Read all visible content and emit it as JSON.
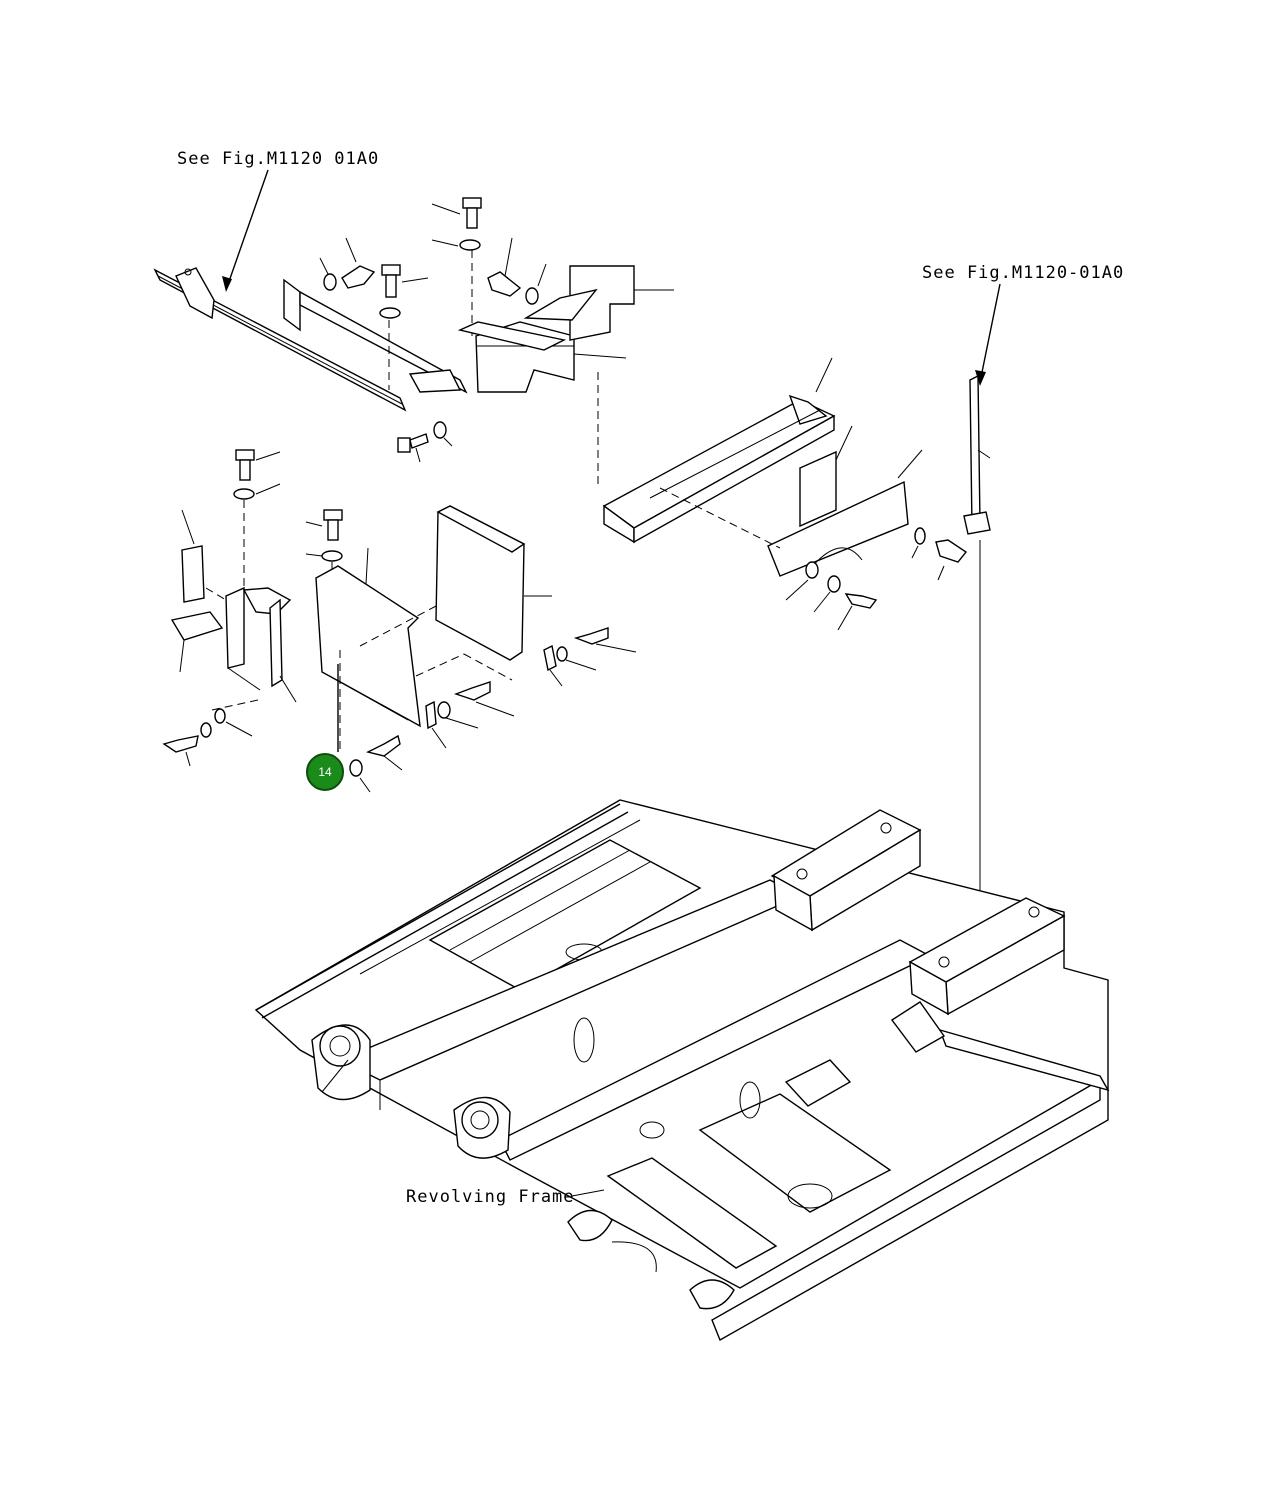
{
  "labels": {
    "ref_left": "See Fig.M1120 01A0",
    "ref_right": "See Fig.M1120-01A0",
    "revolving_frame": "Revolving Frame"
  },
  "callout": {
    "number": "14",
    "color": "#1a8a1a",
    "border_color": "#0d4d0d"
  }
}
